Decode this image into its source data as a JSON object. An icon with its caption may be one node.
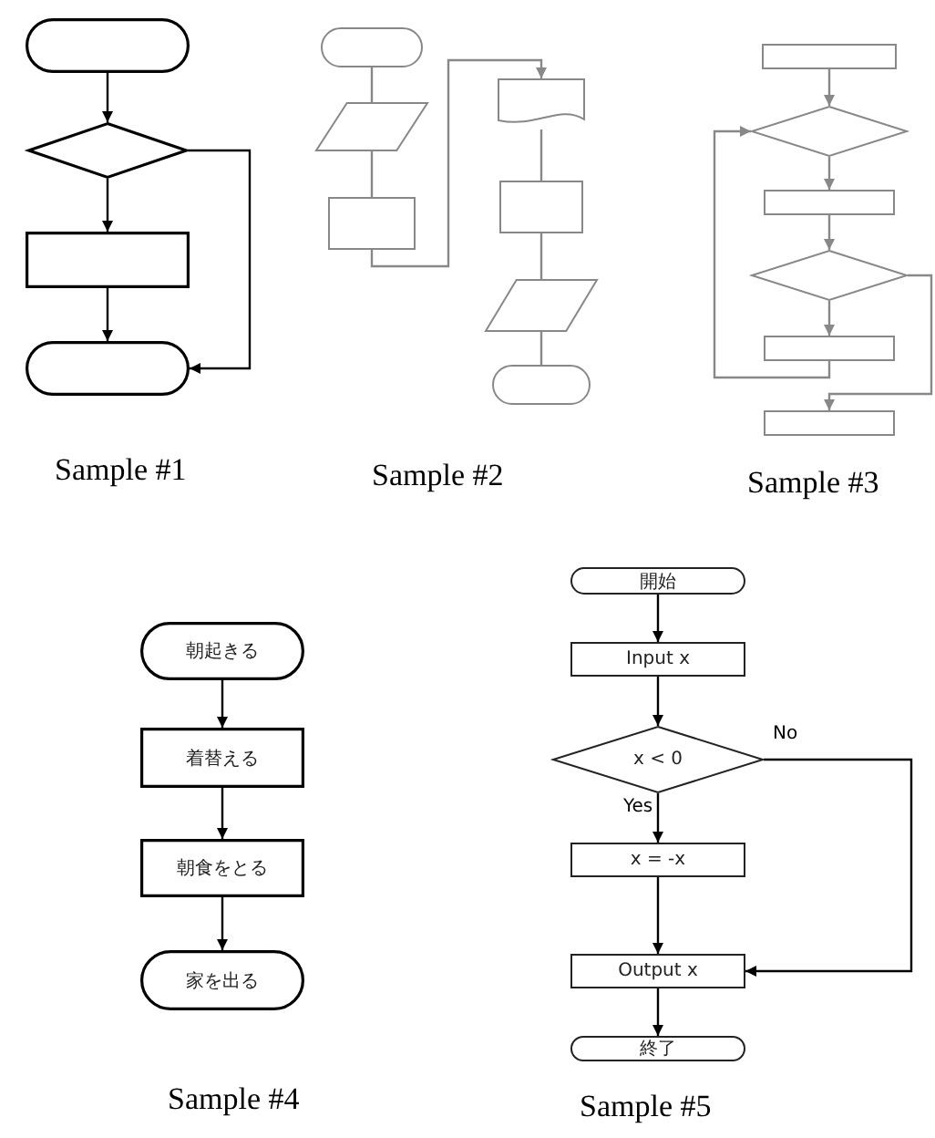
{
  "diagram": {
    "nodes": [
      {
        "text": [],
        "shape": "terminal"
      },
      {
        "text": [],
        "shape": "diamond"
      },
      {
        "text": [],
        "shape": "box"
      },
      {
        "text": [],
        "shape": "terminal"
      },
      {
        "text": [],
        "shape": "terminal"
      },
      {
        "text": [],
        "shape": "parallelogram"
      },
      {
        "text": [],
        "shape": "box"
      },
      {
        "text": [],
        "shape": "document"
      },
      {
        "text": [],
        "shape": "box"
      },
      {
        "text": [],
        "shape": "parallelogram"
      },
      {
        "text": [],
        "shape": "terminal"
      },
      {
        "text": [],
        "shape": "box"
      },
      {
        "text": [],
        "shape": "diamond"
      },
      {
        "text": [],
        "shape": "box"
      },
      {
        "text": [],
        "shape": "diamond"
      },
      {
        "text": [],
        "shape": "box"
      },
      {
        "text": [],
        "shape": "box"
      },
      {
        "text": [
          "朝起きる"
        ]
      },
      {
        "text": [
          "着替える"
        ]
      },
      {
        "text": [
          "朝食をとる"
        ]
      },
      {
        "text": [
          "家を出る"
        ]
      },
      {
        "text": [
          "開始"
        ]
      },
      {
        "text": [
          "Input x"
        ]
      },
      {
        "text": [
          "x < 0"
        ]
      },
      {
        "text": [
          "x = -x"
        ]
      },
      {
        "text": [
          "Output x"
        ]
      },
      {
        "text": [
          "終了"
        ]
      }
    ],
    "edges": [
      {
        "from": 0,
        "to": 1,
        "arrow": "to"
      },
      {
        "from": 1,
        "to": 2,
        "arrow": "to"
      },
      {
        "from": 2,
        "to": 3,
        "arrow": "to"
      },
      {
        "from": 1,
        "to": 3,
        "arrow": "to"
      },
      {
        "from": 4,
        "to": 5,
        "arrow": "none",
        "color": "#888888"
      },
      {
        "from": 5,
        "to": 6,
        "arrow": "none",
        "color": "#888888"
      },
      {
        "from": 6,
        "to": 7,
        "arrow": "to",
        "color": "#888888"
      },
      {
        "from": 7,
        "to": 8,
        "arrow": "none",
        "color": "#888888"
      },
      {
        "from": 8,
        "to": 9,
        "arrow": "none",
        "color": "#888888"
      },
      {
        "from": 9,
        "to": 10,
        "arrow": "none",
        "color": "#888888"
      },
      {
        "from": 11,
        "to": 12,
        "arrow": "to",
        "color": "#888888"
      },
      {
        "from": 12,
        "to": 13,
        "arrow": "to",
        "color": "#888888"
      },
      {
        "from": 13,
        "to": 14,
        "arrow": "to",
        "color": "#888888"
      },
      {
        "from": 14,
        "to": 15,
        "arrow": "to",
        "color": "#888888"
      },
      {
        "from": 15,
        "to": 12,
        "arrow": "to",
        "color": "#888888"
      },
      {
        "from": 14,
        "to": 16,
        "arrow": "to",
        "color": "#888888"
      },
      {
        "from": 17,
        "to": 18,
        "arrow": "to"
      },
      {
        "from": 18,
        "to": 19,
        "arrow": "to"
      },
      {
        "from": 19,
        "to": 20,
        "arrow": "to"
      },
      {
        "from": 21,
        "to": 22,
        "arrow": "to"
      },
      {
        "from": 22,
        "to": 23,
        "arrow": "to"
      },
      {
        "from": 23,
        "to": 24,
        "arrow": "to",
        "label": "Yes"
      },
      {
        "from": 23,
        "to": 25,
        "arrow": "to",
        "label": "No"
      },
      {
        "from": 24,
        "to": 25,
        "arrow": "to"
      },
      {
        "from": 25,
        "to": 26,
        "arrow": "to"
      }
    ],
    "labels": [
      "Sample #1",
      "Sample #2",
      "Sample #3",
      "Sample #4",
      "Sample #5"
    ]
  }
}
